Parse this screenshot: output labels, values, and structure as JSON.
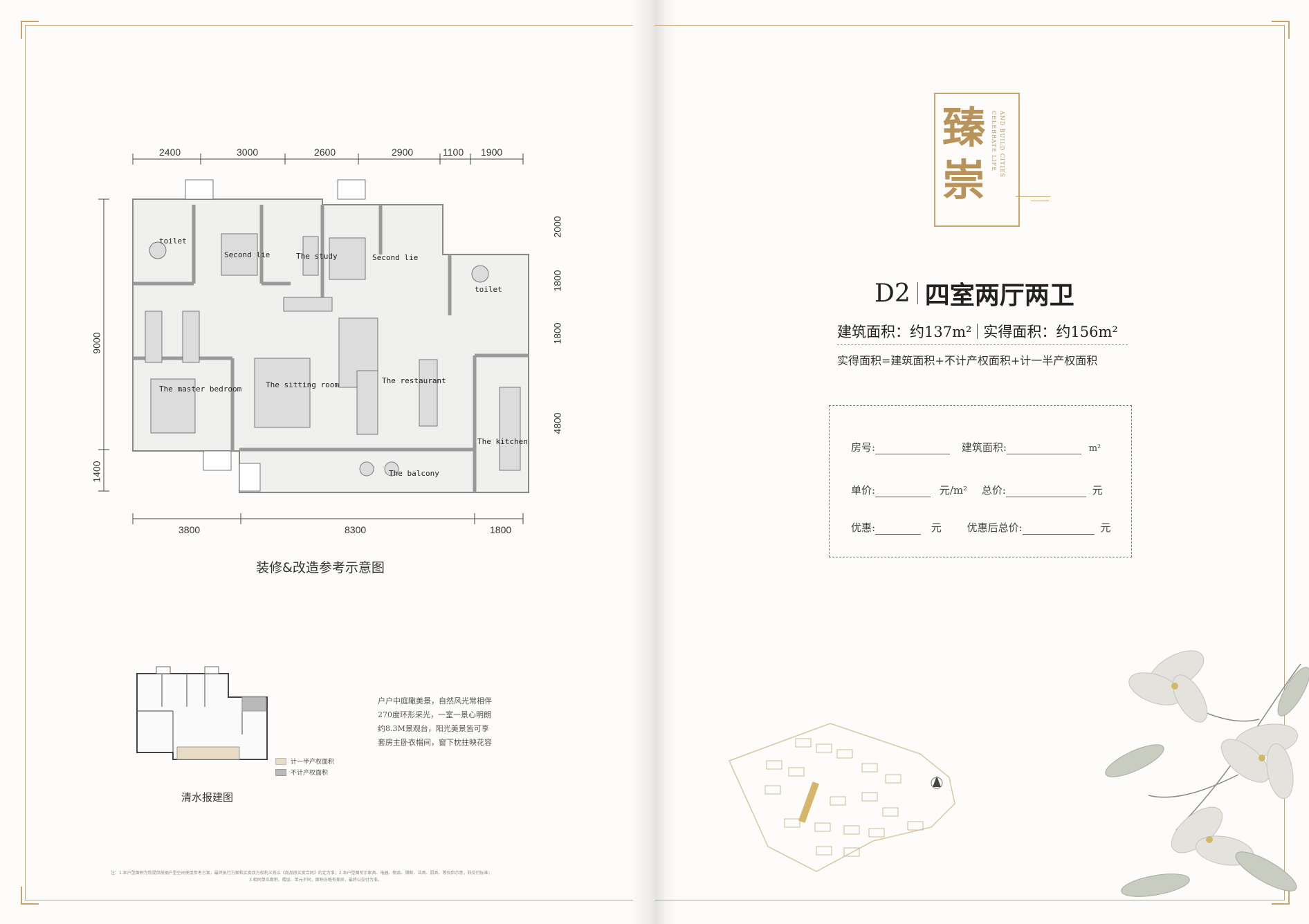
{
  "left_page": {
    "dims_top": [
      "2400",
      "3000",
      "2600",
      "2900",
      "1100",
      "1900"
    ],
    "dims_bottom": [
      "3800",
      "8300",
      "1800"
    ],
    "dims_left": [
      "9000",
      "1400"
    ],
    "dims_right": [
      "2000",
      "1800",
      "1800",
      "4800"
    ],
    "rooms": {
      "toilet_left": "toilet",
      "second_lie_1": "Second lie",
      "study": "The study",
      "second_lie_2": "Second lie",
      "toilet_right": "toilet",
      "master_bedroom": "The master bedroom",
      "sitting_room": "The sitting room",
      "restaurant": "The restaurant",
      "kitchen": "The kitchen",
      "balcony": "The balcony"
    },
    "plan_caption": "装修&改造参考示意图",
    "mini_plan_caption": "清水报建图",
    "legend": [
      "计一半产权面积",
      "不计产权面积"
    ],
    "legend_colors": [
      "#e8dcc4",
      "#b9b9b9"
    ],
    "description": [
      "户户中庭瞰美景，自然风光常相伴",
      "270度环形采光，一室一景心明朗",
      "约8.3M景观台，阳光美景皆可享",
      "套房主卧衣帽间，窗下枕拄映花容"
    ],
    "footnote": [
      "注：1.本户型面积为你提供前期户型空间使用参考方案，最终执行方案和买卖双方权利义务以《商品房买卖合同》约定为准；2.本户型图所示家具、电器、物品、隔断、洁具、厨具、等仅供示意，非交付标准；",
      "3.相同单位面积、楼层、单元不同，面积亦略有差异，最终以交付为准。"
    ]
  },
  "right_page": {
    "brand_chars": [
      "臻",
      "崇"
    ],
    "brand_sub": [
      "CELEBRATE LIFE",
      "AND BUILD CITIES"
    ],
    "unit_code": "D2",
    "unit_type": "四室两厅两卫",
    "area_line_1": "建筑面积：约137m²",
    "area_line_2": "实得面积：约156m²",
    "area_formula": "实得面积=建筑面积+不计产权面积+计一半产权面积",
    "form": {
      "room_no": "房号:",
      "building_area": "建筑面积:",
      "unit_m2": "m²",
      "unit_price": "单价:",
      "price_unit": "元/m²",
      "total": "总价:",
      "yuan": "元",
      "discount": "优惠:",
      "after_discount": "优惠后总价:"
    }
  },
  "colors": {
    "gold": "#b8935a",
    "frame": "#c9a56b"
  }
}
